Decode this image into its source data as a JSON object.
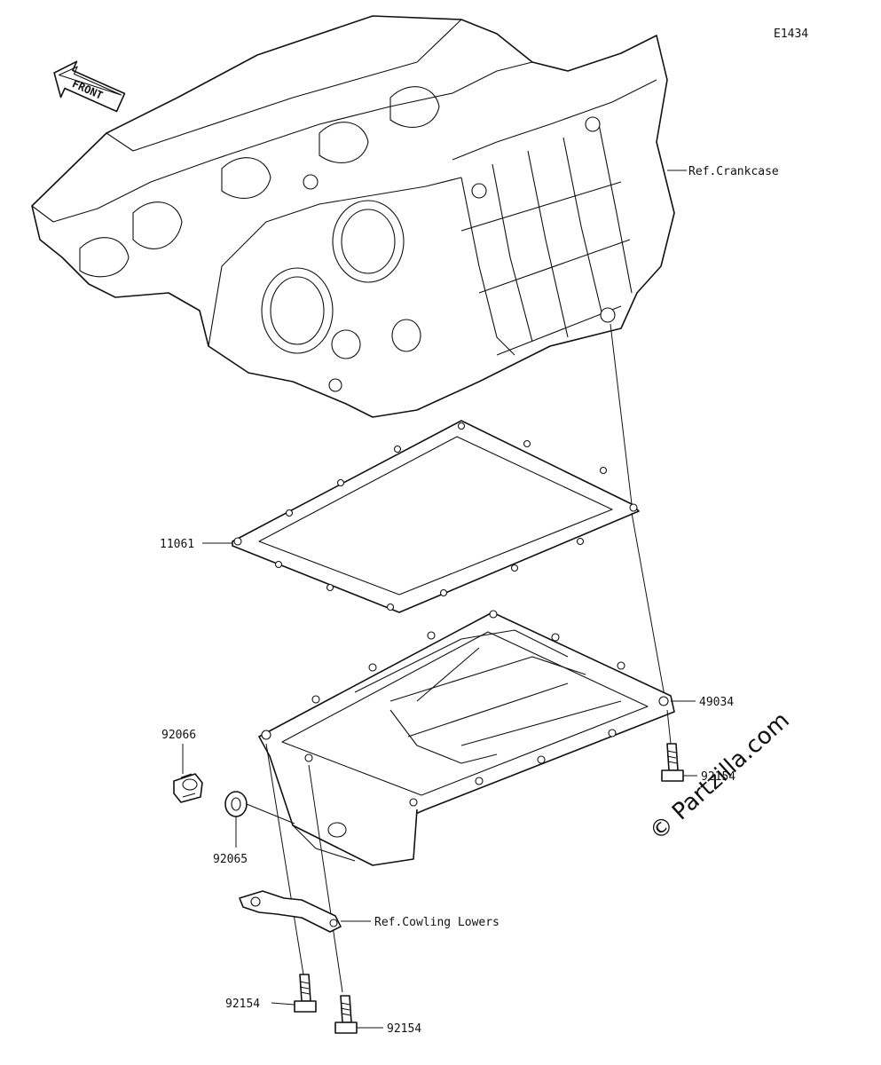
{
  "diagram_code": "E1434",
  "front_label": "FRONT",
  "labels": {
    "ref_crankcase": "Ref.Crankcase",
    "gasket": "11061",
    "oil_pan": "49034",
    "bolt_right": "92154",
    "drain_plug": "92066",
    "washer": "92065",
    "ref_cowling": "Ref.Cowling Lowers",
    "bolt_left": "92154",
    "bolt_bottom": "92154"
  },
  "watermark": "© Partzilla.com"
}
